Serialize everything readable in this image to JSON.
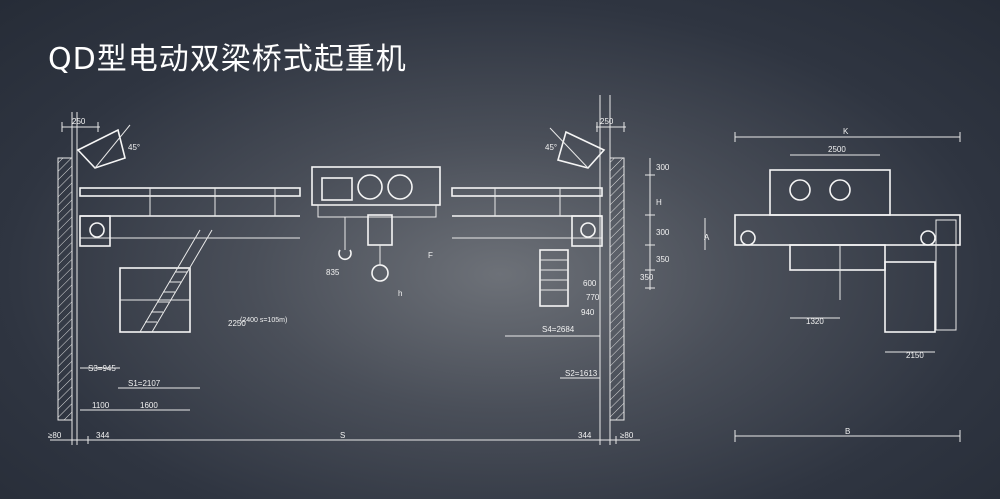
{
  "title": "QD型电动双梁桥式起重机",
  "dimensions": {
    "d250_left": "250",
    "d250_right": "250",
    "angle_left": "45°",
    "angle_right": "45°",
    "d300_top": "300",
    "dH": "H",
    "d300_mid": "300",
    "d350_a": "350",
    "d350_b": "350",
    "dF": "F",
    "dh": "h",
    "d835": "835",
    "d2250": "2250",
    "d2400": "(2400 s=105m)",
    "d600": "600",
    "d770": "770",
    "d940": "940",
    "dS4": "S4=2684",
    "dS2": "S2=1613",
    "dS3": "S3=945",
    "dS1": "S1=2107",
    "d1100": "1100",
    "d1600": "1600",
    "d80_left": "≥80",
    "d344_left": "344",
    "dS": "S",
    "d344_right": "344",
    "d80_right": "≥80",
    "dK": "K",
    "d2500": "2500",
    "dA": "A",
    "d1320": "1320",
    "d2150": "2150",
    "dB": "B"
  }
}
